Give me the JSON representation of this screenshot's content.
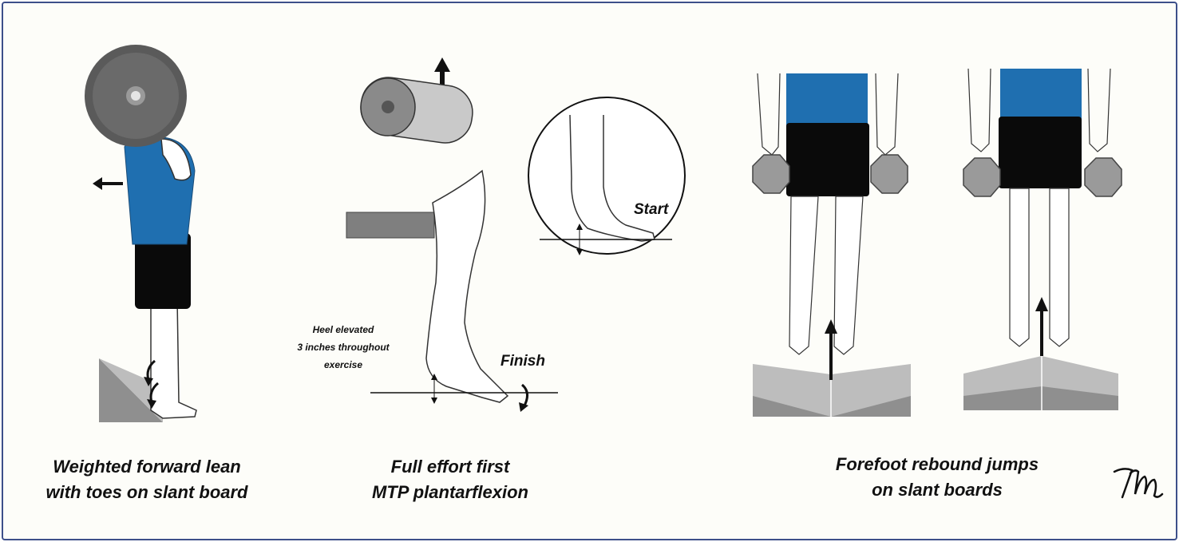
{
  "panels": [
    {
      "caption_lines": [
        "Weighted forward lean",
        "with toes on slant board"
      ]
    },
    {
      "caption_lines": [
        "Full effort first",
        "MTP plantarflexion"
      ],
      "labels": {
        "start": "Start",
        "finish": "Finish",
        "heel_note_lines": [
          "Heel elevated",
          "3 inches throughout",
          "exercise"
        ]
      }
    },
    {
      "caption_lines": [
        "Forefoot rebound jumps",
        "on slant boards"
      ]
    }
  ],
  "colors": {
    "shirt": "#1f6fb0",
    "shorts": "#0a0a0a",
    "weight": "#5a5a5a",
    "board_light": "#bdbdbd",
    "board_dark": "#8f8f8f",
    "frame_border": "#3d4f8a"
  }
}
